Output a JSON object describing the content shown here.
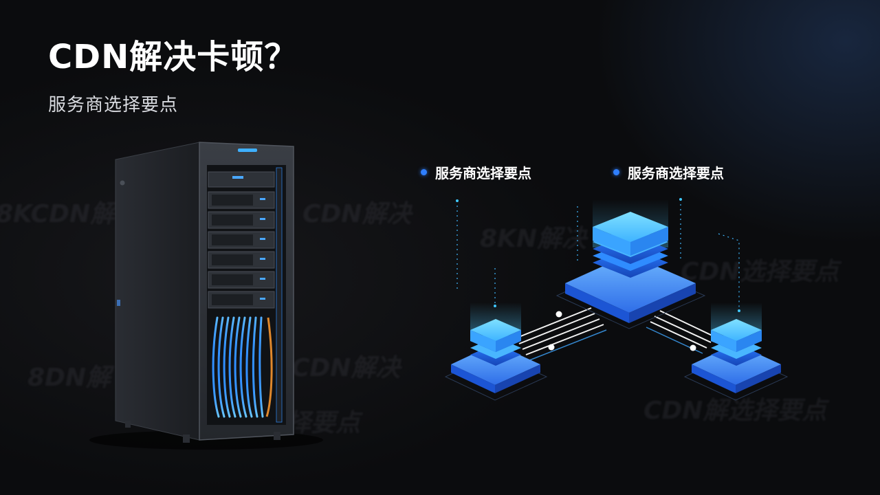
{
  "title": "CDN解决卡顿？",
  "subtitle": "服务商选择要点",
  "bullets": [
    {
      "label": "服务商选择要点"
    },
    {
      "label": "服务商选择要点"
    }
  ],
  "watermarks": [
    "8KCDN解",
    "CDN解决",
    "8KN解决",
    "CDN选择要点",
    "8DN解",
    "CDN解决",
    "选择要点",
    "CDN解选择要点"
  ],
  "colors": {
    "accent": "#2f7fff",
    "cyan": "#3fd2ff",
    "background": "#0b0c0e"
  }
}
